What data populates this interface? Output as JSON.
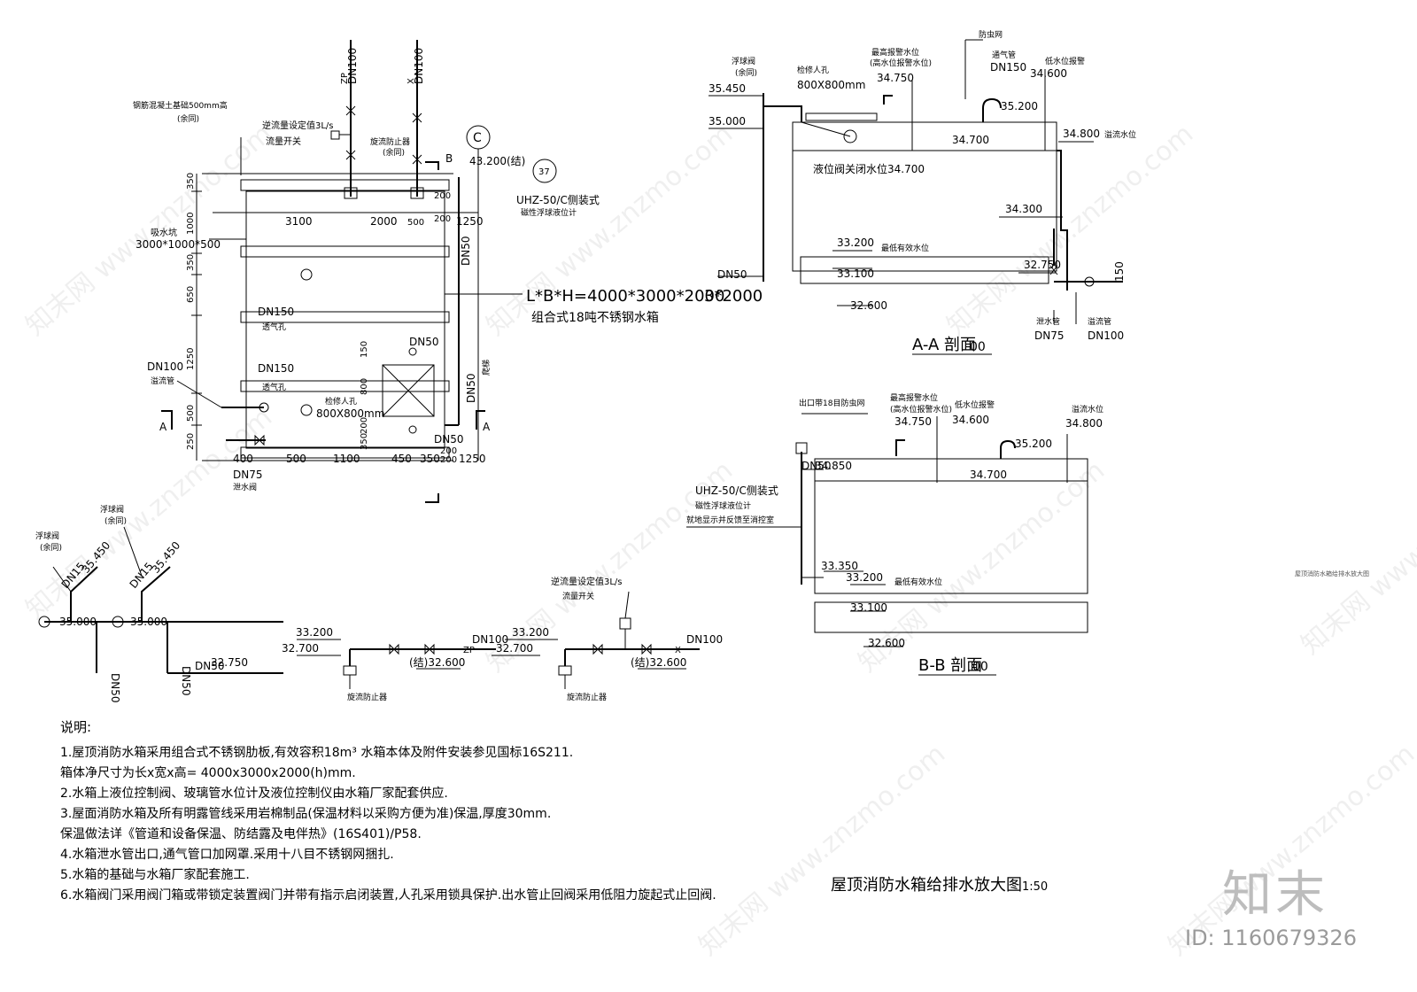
{
  "plan": {
    "base_note": "钢筋混凝土基础500mm高",
    "same": "(余同)",
    "backflow_setting": "逆流量设定值3L/s",
    "flow_switch": "流量开关",
    "vortex_preventer": "旋流防止器",
    "vortex_same": "(余同)",
    "section_b": "B",
    "axis_c": "C",
    "level_43200": "43.200(结)",
    "detail_37": "37",
    "level_meter_model": "UHZ-50/C侧装式",
    "level_meter_name": "磁性浮球液位计",
    "sump_label": "吸水坑",
    "sump_size": "3000*1000*500",
    "dims_top": [
      "3100",
      "2000",
      "500",
      "1250",
      "200",
      "200"
    ],
    "dims_bottom": [
      "400",
      "500",
      "1100",
      "450",
      "350",
      "200",
      "1250",
      "200"
    ],
    "dims_left": [
      "350",
      "1000",
      "350",
      "650",
      "1250",
      "500",
      "250"
    ],
    "dims_right_small": [
      "150",
      "800",
      "350",
      "200"
    ],
    "dn100_1": "DN100",
    "dn100_2": "DN100",
    "zp": "ZP",
    "x": "X",
    "dn50_right": "DN50",
    "dn150_1": "DN150",
    "vent_1": "透气孔",
    "dn150_2": "DN150",
    "vent_2": "透气孔",
    "manhole": "检修人孔",
    "manhole_size": "800X800mm",
    "dn50_a": "DN50",
    "dn50_b": "DN50",
    "dn50_c": "DN50",
    "dn100_overflow": "DN100",
    "overflow_pipe": "溢流管",
    "ladder": "爬梯",
    "dn75": "DN75",
    "drain_valve": "泄水阀",
    "section_a_left": "A",
    "section_a_right": "A",
    "tank_dims": "L*B*H=4000*3000*2000",
    "tank_overlap": "3*2000",
    "tank_name": "组合式18吨不锈钢水箱"
  },
  "float_detail": {
    "float_valve": "浮球阀",
    "same": "(余同)",
    "dn15_1": "DN15",
    "dn15_2": "DN15",
    "lv_35450_1": "35.450",
    "lv_35450_2": "35.450",
    "lv_35000_1": "35.000",
    "lv_35000_2": "35.000",
    "dn50_1": "DN50",
    "dn50_2": "DN50",
    "dn50_3": "DN50",
    "lv_32750": "32.750"
  },
  "pipe_detail": {
    "lv_33200_1": "33.200",
    "lv_32700_1": "32.700",
    "lv_32600_1": "(结)32.600",
    "zp": "ZP",
    "dn100_1": "DN100",
    "vortex_1": "旋流防止器",
    "lv_33200_2": "33.200",
    "lv_32700_2": "32.700",
    "lv_32600_2": "(结)32.600",
    "x": "X",
    "dn100_2": "DN100",
    "vortex_2": "旋流防止器",
    "backflow_setting": "逆流量设定值3L/s",
    "flow_switch": "流量开关"
  },
  "section_aa": {
    "float_valve": "浮球阀",
    "same": "(余同)",
    "manhole": "检修人孔",
    "manhole_size": "800X800mm",
    "max_alarm": "最高报警水位",
    "high_alarm": "(高水位报警水位)",
    "lv_34750": "34.750",
    "insect_net": "防虫网",
    "vent_pipe": "通气管",
    "dn150": "DN150",
    "low_alarm": "低水位报警",
    "lv_34600": "34.600",
    "lv_35450": "35.450",
    "lv_35000": "35.000",
    "lv_35200": "35.200",
    "lv_34700": "34.700",
    "lv_34800": "34.800",
    "overflow_level": "溢流水位",
    "valve_close": "液位阀关闭水位34.700",
    "lv_34300": "34.300",
    "lv_33200": "33.200",
    "min_level": "最低有效水位",
    "lv_33100": "33.100",
    "lv_32750": "32.750",
    "dn150_side": "150",
    "dn50": "DN50",
    "lv_32600": "32.600",
    "drain_pipe": "泄水管",
    "dn75": "DN75",
    "overflow_pipe": "溢流管",
    "dn100": "DN100",
    "title": "A-A 剖面",
    "title_overlap": "00"
  },
  "section_bb": {
    "outlet_net": "出口带18目防虫网",
    "max_alarm": "最高报警水位",
    "high_alarm": "(高水位报警水位)",
    "lv_34750": "34.750",
    "low_alarm": "低水位报警",
    "lv_34600": "34.600",
    "overflow_level": "溢流水位",
    "lv_34800": "34.800",
    "lv_35200": "35.200",
    "dn50": "DN50",
    "lv_34850": "34.850",
    "lv_34700": "34.700",
    "meter_model": "UHZ-50/C侧装式",
    "meter_name": "磁性浮球液位计",
    "meter_desc": "就地显示并反馈至消控室",
    "lv_33350": "33.350",
    "lv_33200": "33.200",
    "min_level": "最低有效水位",
    "lv_33100": "33.100",
    "lv_32600": "32.600",
    "title": "B-B 剖面",
    "title_overlap": "00"
  },
  "side_note": "屋顶消防水箱给排水放大图",
  "notes": {
    "heading": "说明:",
    "lines": [
      "1.屋顶消防水箱采用组合式不锈钢肋板,有效容积18m³ 水箱本体及附件安装参见国标16S211.",
      "箱体净尺寸为长x宽x高= 4000x3000x2000(h)mm.",
      "2.水箱上液位控制阀、玻璃管水位计及液位控制仪由水箱厂家配套供应.",
      "3.屋面消防水箱及所有明露管线采用岩棉制品(保温材料以采购方便为准)保温,厚度30mm.",
      "保温做法详《管道和设备保温、防结露及电伴热》(16S401)/P58.",
      "4.水箱泄水管出口,通气管口加网罩.采用十八目不锈钢网捆扎.",
      "5.水箱的基础与水箱厂家配套施工.",
      "6.水箱阀门采用阀门箱或带锁定装置阀门并带有指示启闭装置,人孔采用锁具保护.出水管止回阀采用低阻力旋起式止回阀."
    ]
  },
  "drawing_title": "屋顶消防水箱给排水放大图",
  "drawing_scale": "1:50",
  "brand": "知末",
  "id_tag": "ID: 1160679326",
  "watermark": "知末网 www.znzmo.com"
}
